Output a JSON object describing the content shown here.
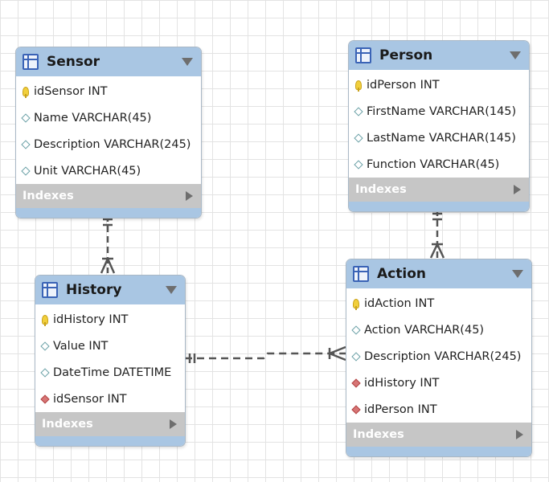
{
  "tables": {
    "sensor": {
      "title": "Sensor",
      "columns": [
        {
          "name": "idSensor INT",
          "kind": "primary-key"
        },
        {
          "name": "Name VARCHAR(45)",
          "kind": "column"
        },
        {
          "name": "Description VARCHAR(245)",
          "kind": "column"
        },
        {
          "name": "Unit VARCHAR(45)",
          "kind": "column"
        }
      ],
      "indexes_label": "Indexes"
    },
    "person": {
      "title": "Person",
      "columns": [
        {
          "name": "idPerson INT",
          "kind": "primary-key"
        },
        {
          "name": "FirstName VARCHAR(145)",
          "kind": "column"
        },
        {
          "name": "LastName VARCHAR(145)",
          "kind": "column"
        },
        {
          "name": "Function VARCHAR(45)",
          "kind": "column"
        }
      ],
      "indexes_label": "Indexes"
    },
    "history": {
      "title": "History",
      "columns": [
        {
          "name": "idHistory INT",
          "kind": "primary-key"
        },
        {
          "name": "Value INT",
          "kind": "column"
        },
        {
          "name": "DateTime DATETIME",
          "kind": "column"
        },
        {
          "name": "idSensor INT",
          "kind": "foreign-key"
        }
      ],
      "indexes_label": "Indexes"
    },
    "action": {
      "title": "Action",
      "columns": [
        {
          "name": "idAction INT",
          "kind": "primary-key"
        },
        {
          "name": "Action VARCHAR(45)",
          "kind": "column"
        },
        {
          "name": "Description VARCHAR(245)",
          "kind": "column"
        },
        {
          "name": "idHistory INT",
          "kind": "foreign-key"
        },
        {
          "name": "idPerson INT",
          "kind": "foreign-key"
        }
      ],
      "indexes_label": "Indexes"
    }
  },
  "relationships": [
    {
      "from": "Sensor",
      "to": "History",
      "cardinality": "one-to-many"
    },
    {
      "from": "Person",
      "to": "Action",
      "cardinality": "one-to-many"
    },
    {
      "from": "History",
      "to": "Action",
      "cardinality": "one-to-many"
    }
  ],
  "colors": {
    "header": "#a9c6e3",
    "indexes_bar": "#c6c6c6",
    "connector": "#555555",
    "grid": "#e3e3e3"
  }
}
